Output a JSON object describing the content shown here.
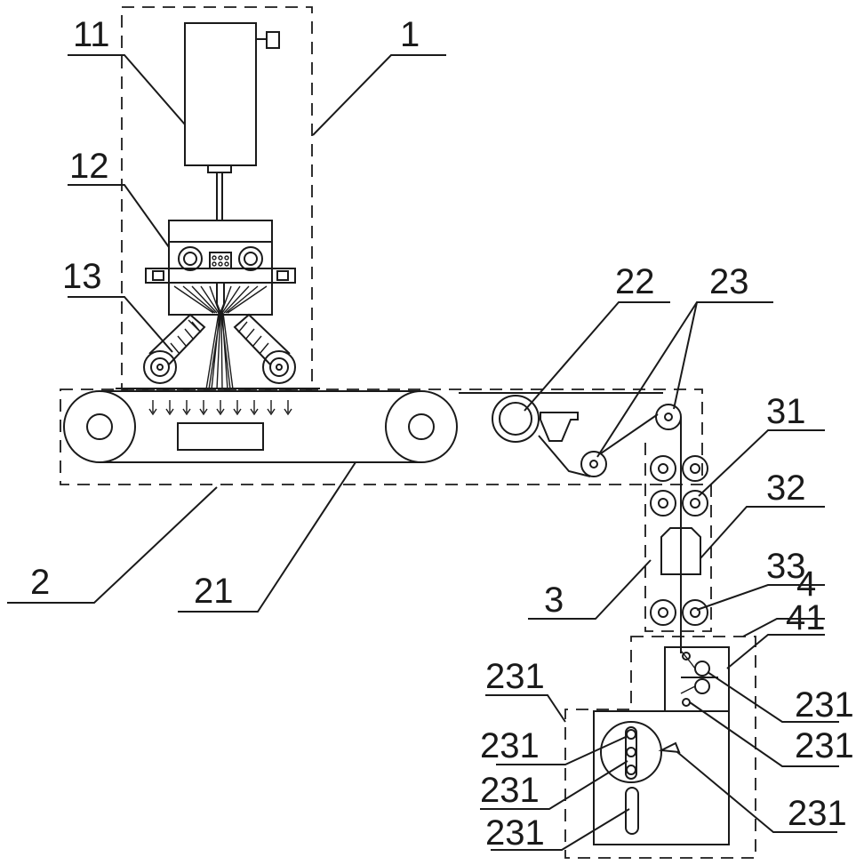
{
  "labels": {
    "l11": "11",
    "l1": "1",
    "l12": "12",
    "l13": "13",
    "l22": "22",
    "l23": "23",
    "l31": "31",
    "l32": "32",
    "l33": "33",
    "l2": "2",
    "l21": "21",
    "l3": "3",
    "l4": "4",
    "l41": "41",
    "l231a": "231",
    "l231b": "231",
    "l231c": "231",
    "l231d": "231",
    "l231e": "231",
    "l231f": "231",
    "l231g": "231"
  }
}
